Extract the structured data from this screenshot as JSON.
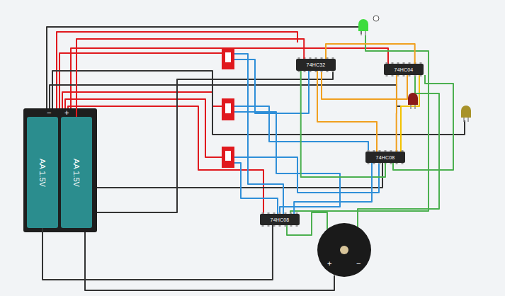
{
  "diagram": {
    "nodes": [
      {
        "text": [
          "AA 1.5V"
        ]
      },
      {
        "text": [
          "AA 1.5V"
        ]
      },
      {
        "text": [
          "74HC32"
        ]
      },
      {
        "text": [
          "74HC04"
        ]
      },
      {
        "text": [
          "74HC08"
        ]
      },
      {
        "text": [
          "74HC08"
        ]
      }
    ],
    "edges": [
      {
        "from": 1,
        "to": 2,
        "arrow": "none"
      },
      {
        "from": 0,
        "to": 5,
        "arrow": "none"
      },
      {
        "from": 2,
        "to": 3,
        "arrow": "none"
      },
      {
        "from": 3,
        "to": 4,
        "arrow": "none"
      },
      {
        "from": 2,
        "to": 4,
        "arrow": "none"
      },
      {
        "from": 4,
        "to": 5,
        "arrow": "none"
      }
    ],
    "labels": [
      "−",
      "+",
      "+",
      "−"
    ]
  }
}
